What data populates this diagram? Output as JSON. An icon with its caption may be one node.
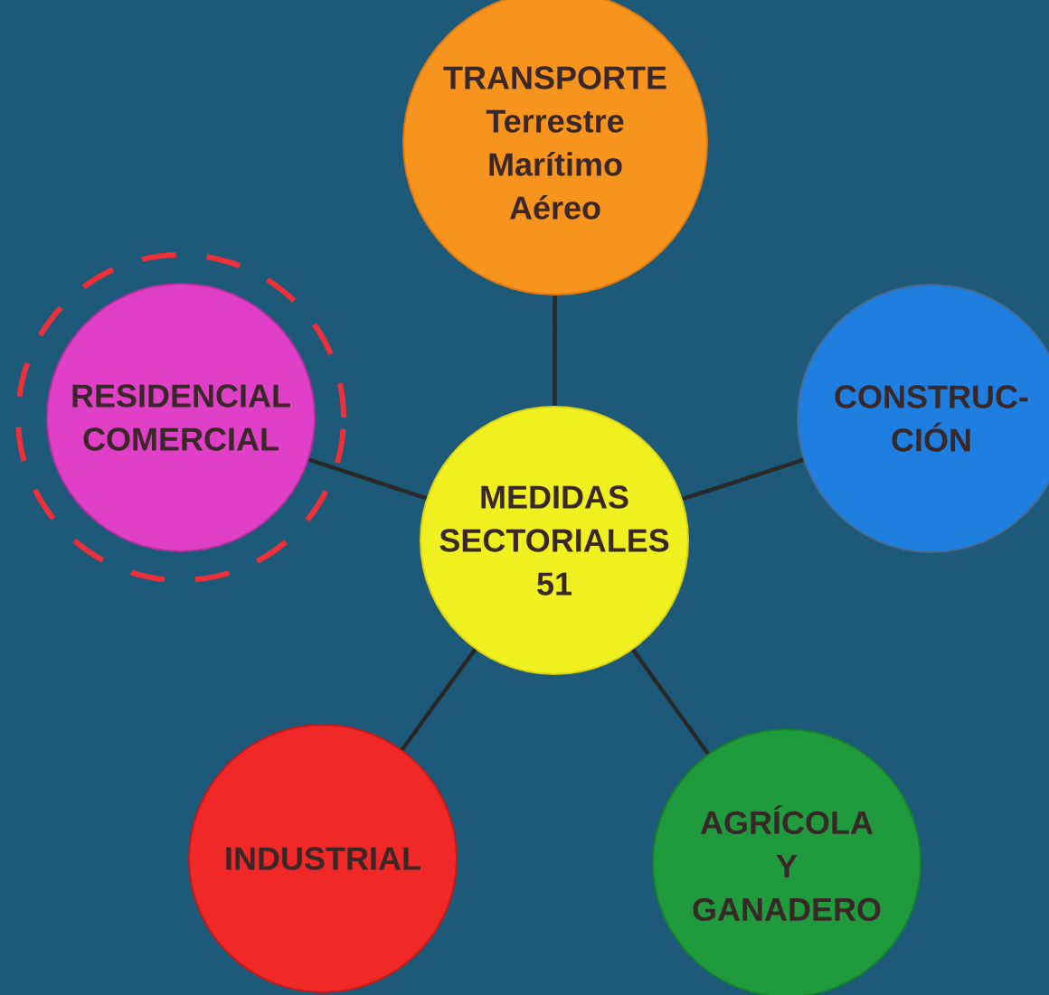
{
  "diagram": {
    "nodes": [
      {
        "text": [
          "TRANSPORTE",
          "Terrestre",
          "Marítimo",
          "Aéreo"
        ]
      },
      {
        "text": [
          "RESIDENCIAL COMERCIAL"
        ]
      },
      {
        "text": [
          "CONSTRUC-CIÓN"
        ]
      },
      {
        "text": [
          "MEDIDAS SECTORIALES 51"
        ]
      },
      {
        "text": [
          "INDUSTRIAL"
        ]
      },
      {
        "text": [
          "AGRÍCOLA Y GANADERO"
        ]
      }
    ],
    "edges": [
      {
        "from": 3,
        "to": 0,
        "arrow": "none"
      },
      {
        "from": 3,
        "to": 1,
        "arrow": "none"
      },
      {
        "from": 3,
        "to": 2,
        "arrow": "none"
      },
      {
        "from": 3,
        "to": 4,
        "arrow": "none"
      },
      {
        "from": 3,
        "to": 5,
        "arrow": "none"
      }
    ]
  }
}
